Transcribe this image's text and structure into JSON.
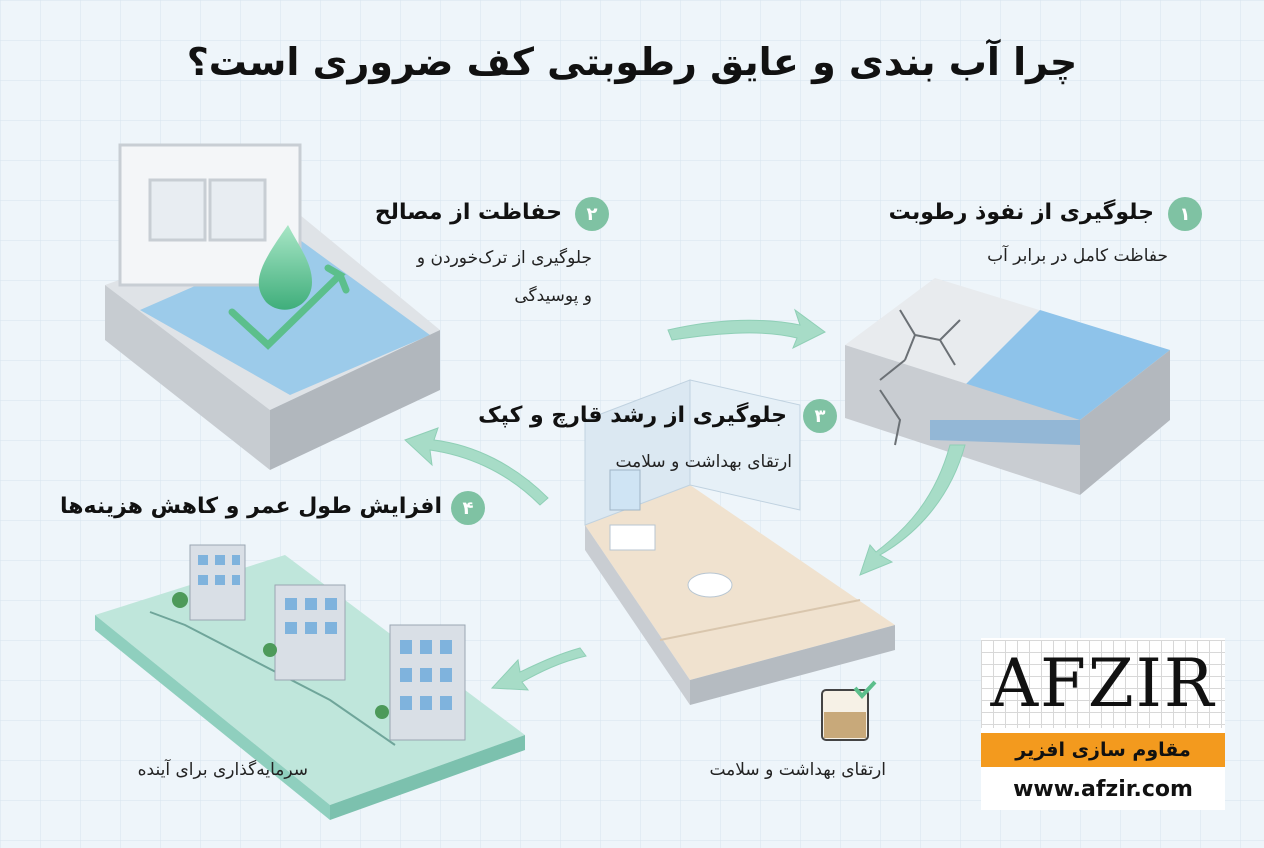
{
  "title": "چرا آب بندی و عایق رطوبتی کف ضروری است؟",
  "steps": [
    {
      "number": "۱",
      "heading": "جلوگیری از نفوذ رطوبت",
      "sub": "حفاظت کامل در برابر آب"
    },
    {
      "number": "۲",
      "heading": "حفاظت از مصالح",
      "sub_line1": "جلوگیری از ترک‌خوردن و",
      "sub_line2": "و پوسیدگی"
    },
    {
      "number": "۳",
      "heading": "جلوگیری از رشد قارچ و کپک",
      "sub": "ارتقای بهداشت و سلامت"
    },
    {
      "number": "۴",
      "heading": "افزایش طول عمر و کاهش هزینه‌ها"
    }
  ],
  "captions": {
    "bathroom": "ارتقای بهداشت و سلامت",
    "buildings": "سرمایه‌گذاری برای آینده"
  },
  "logo": {
    "brand": "AFZIR",
    "tagline": "مقاوم سازی افزیر",
    "url": "www.afzir.com"
  },
  "colors": {
    "accent_green": "#7fc2a3",
    "water_blue": "#9ccbea",
    "logo_orange": "#f39a1e"
  }
}
